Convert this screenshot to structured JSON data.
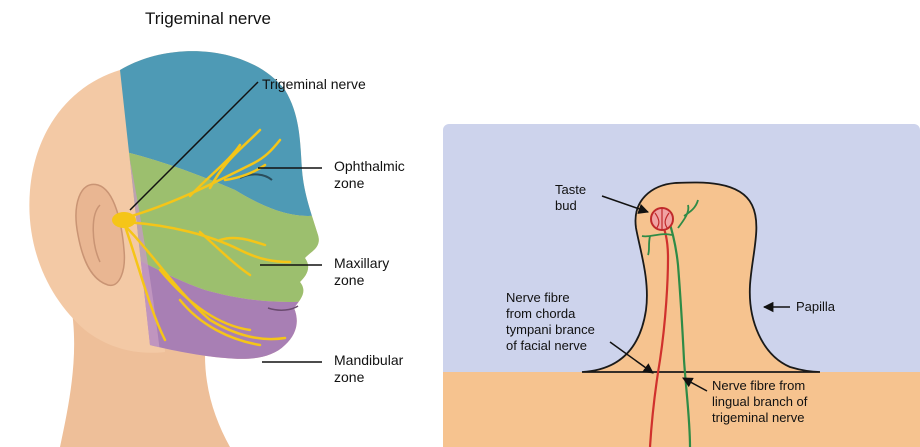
{
  "title": "Trigeminal nerve",
  "head_labels": {
    "trigeminal": "Trigeminal nerve",
    "ophthalmic": "Ophthalmic\nzone",
    "maxillary": "Maxillary\nzone",
    "mandibular": "Mandibular\nzone"
  },
  "papilla_labels": {
    "taste_bud": "Taste\nbud",
    "chorda": "Nerve fibre\nfrom chorda\ntympani brance\nof facial nerve",
    "papilla": "Papilla",
    "lingual": "Nerve fibre from\nlingual branch of\ntrigeminal nerve"
  },
  "colors": {
    "skin": "#f3c9a5",
    "skin_shade": "#e7b48d",
    "ophthalmic_zone": "#4e9ab5",
    "maxillary_zone": "#9cbf6e",
    "mandibular_zone": "#a87fb4",
    "nerve": "#f5c518",
    "panel_bg": "#cdd3ec",
    "papilla": "#f6c38f",
    "facial_fibre": "#d0312d",
    "lingual_fibre": "#2e8b46"
  }
}
